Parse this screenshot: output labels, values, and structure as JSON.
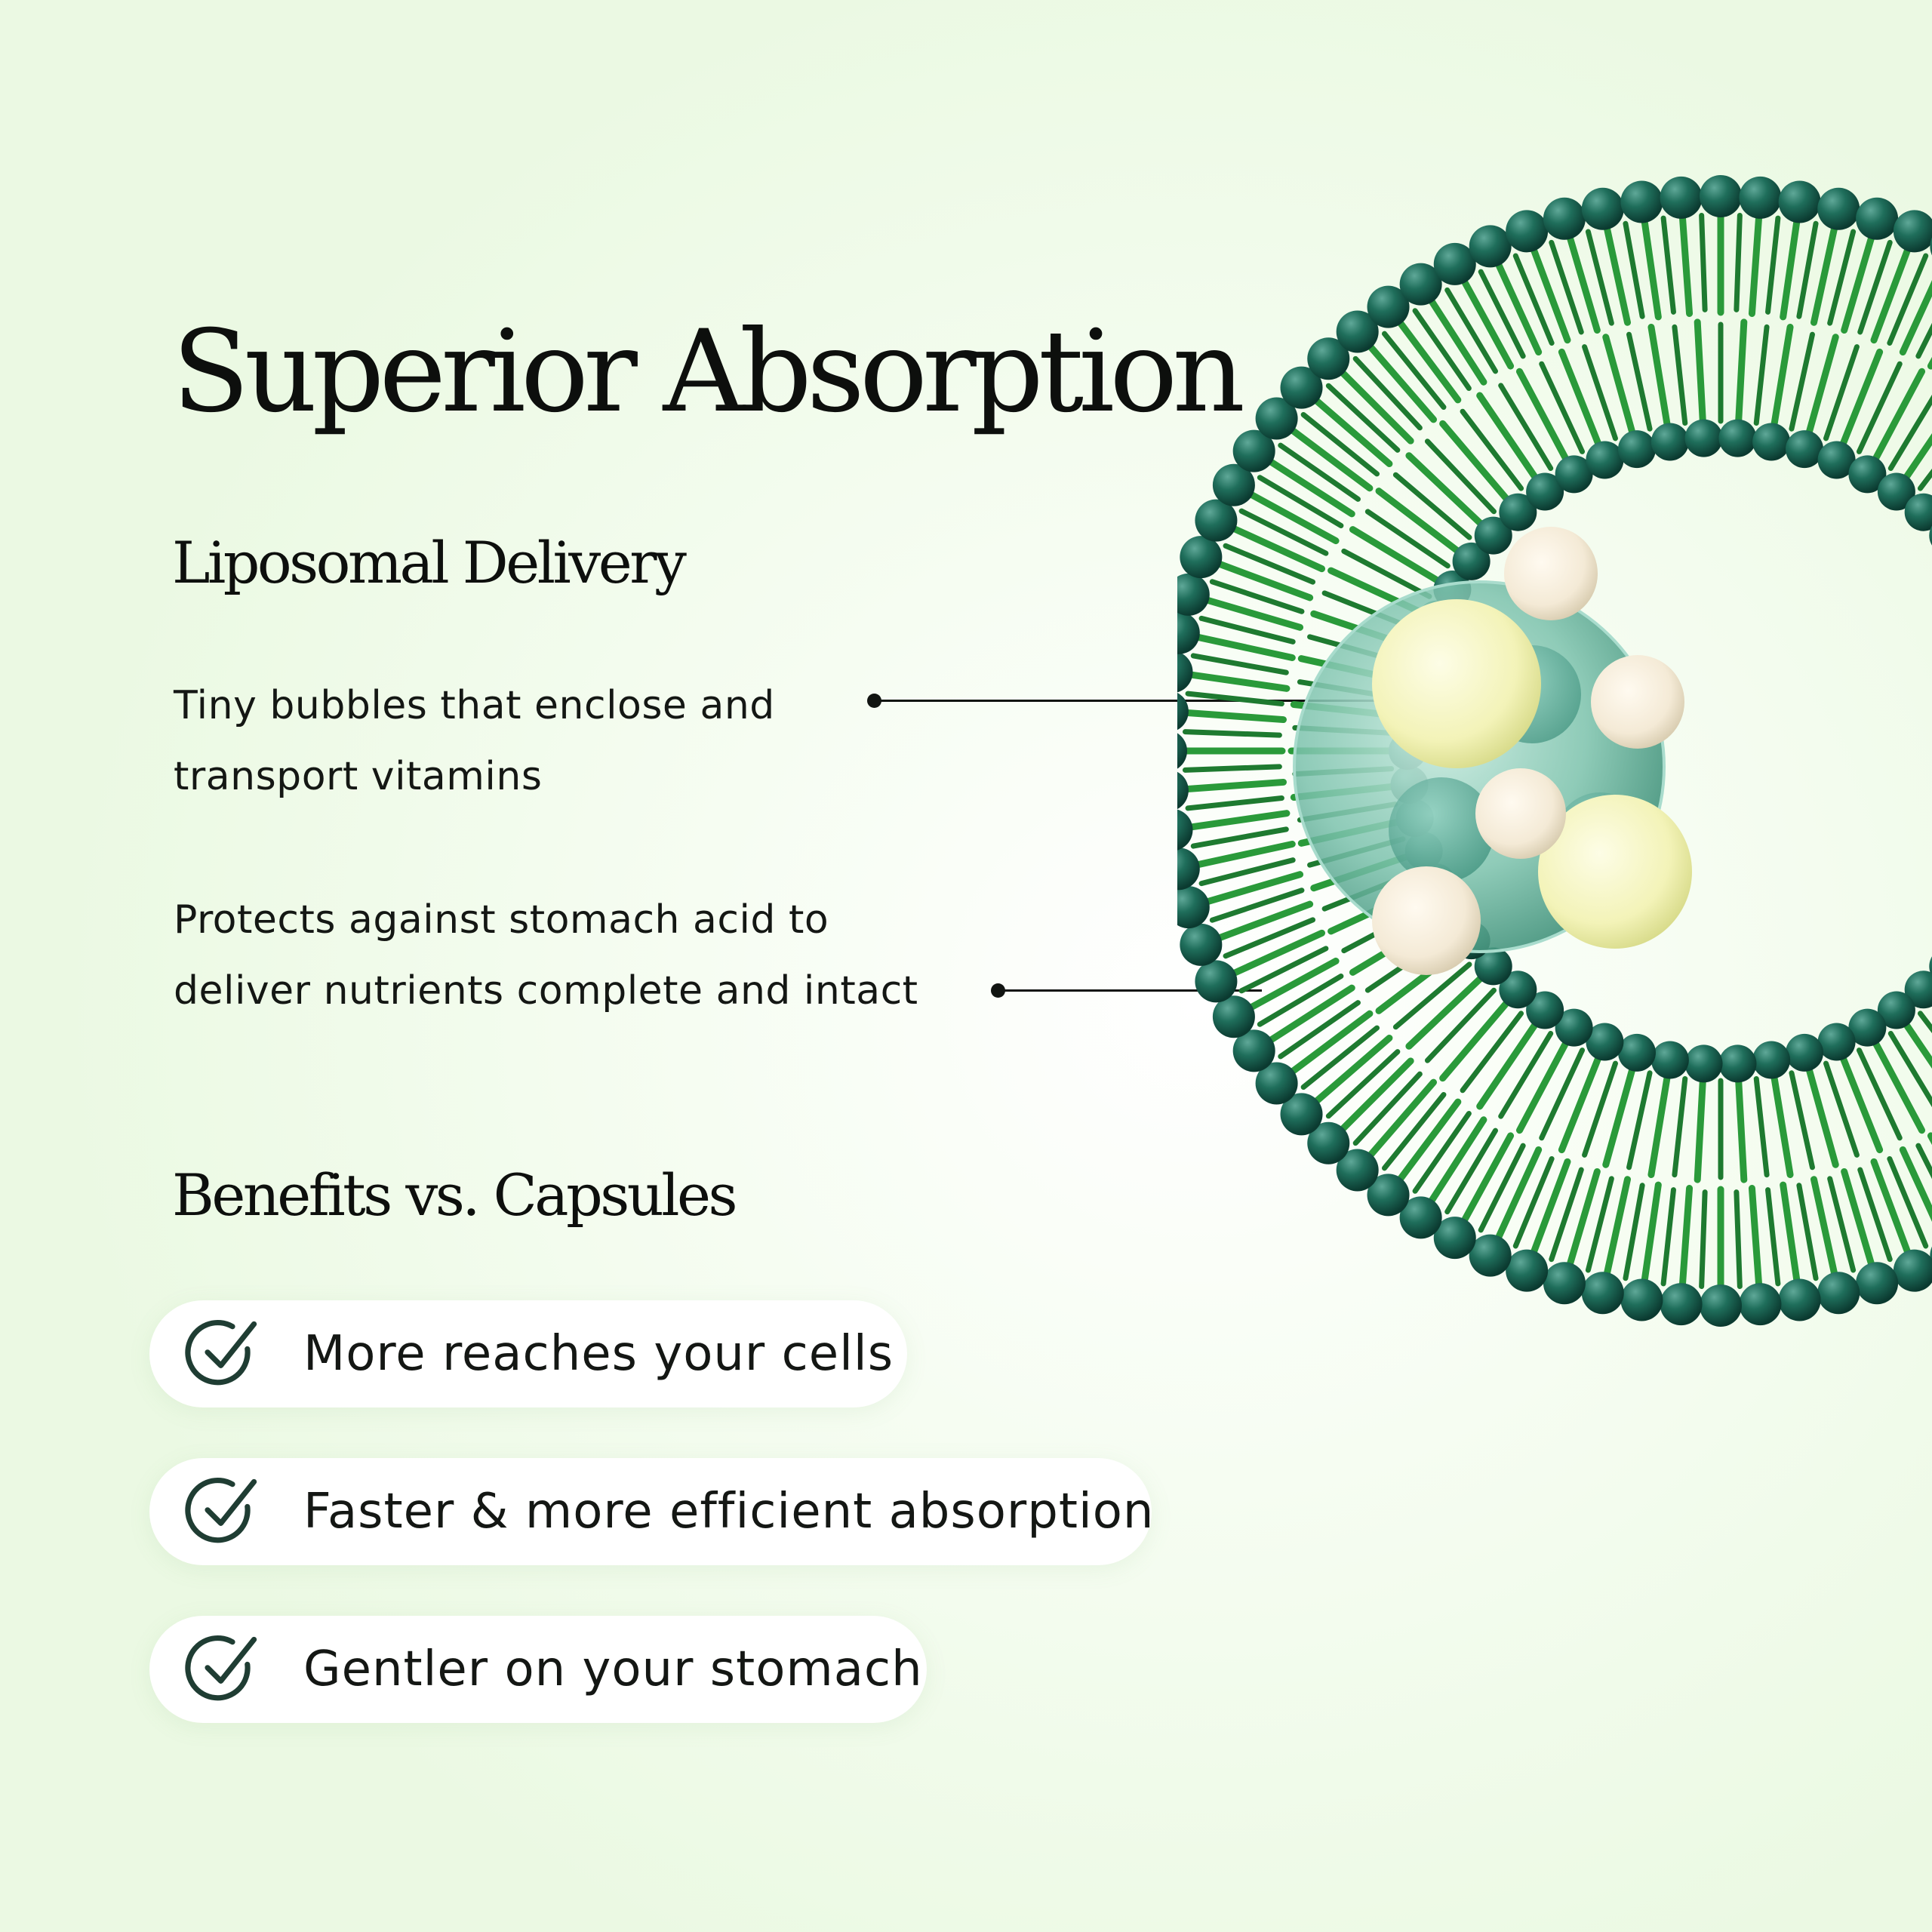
{
  "title": "Superior Absorption",
  "delivery": {
    "heading": "Liposomal Delivery",
    "callouts": [
      {
        "lines": [
          "Tiny bubbles that enclose and",
          "transport vitamins"
        ]
      },
      {
        "lines": [
          "Protects against stomach acid to",
          "deliver nutrients complete and intact"
        ]
      }
    ]
  },
  "benefits": {
    "heading": "Benefits vs. Capsules",
    "items": [
      {
        "label": "More reaches your cells",
        "icon": "check-circle-icon"
      },
      {
        "label": "Faster & more efficient absorption",
        "icon": "check-circle-icon"
      },
      {
        "label": "Gentler on your stomach",
        "icon": "check-circle-icon"
      }
    ]
  },
  "colors": {
    "background": "#eef9e8",
    "text": "#111411",
    "check": "#1f3d33",
    "lipid_head": "#1d6a55",
    "lipid_tail": "#2a9a3a",
    "nutrient": "#f6f5c8"
  }
}
